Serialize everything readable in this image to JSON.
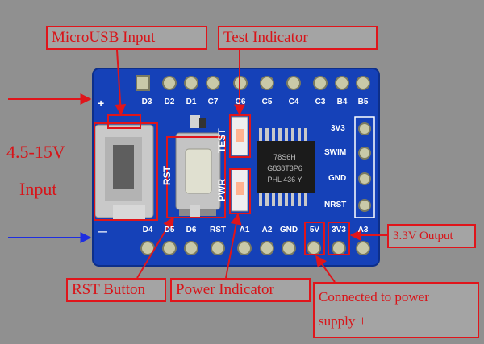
{
  "callouts": {
    "microusb_input": "MicroUSB Input",
    "test_indicator": "Test Indicator",
    "voltage_range": "4.5-15V",
    "input_word": "Input",
    "output_3v3": "3.3V Output",
    "rst_button": "RST Button",
    "power_indicator": "Power Indicator",
    "power_supply_line1": "Connected to power",
    "power_supply_line2": "supply +"
  },
  "board": {
    "top_pins": [
      "D3",
      "D2",
      "D1",
      "C7",
      "C6",
      "C5",
      "C4",
      "C3",
      "B4",
      "B5"
    ],
    "bottom_pins": [
      "D4",
      "D5",
      "D6",
      "RST",
      "A1",
      "A2",
      "GND",
      "5V",
      "3V3",
      "A3"
    ],
    "side_pins": [
      "3V3",
      "SWIM",
      "GND",
      "NRST"
    ],
    "plus_mark": "+",
    "minus_mark": "—",
    "rst_label": "RST",
    "pwr_label": "PWR",
    "test_label": "TEST",
    "chip_lines": [
      "78S6H",
      "G838T3P6",
      "PHL 436 Y"
    ]
  },
  "colors": {
    "pcb": "#1541b8",
    "callout_red": "#e0151b",
    "arrow_blue": "#1e2ee0",
    "background": "#909090"
  }
}
